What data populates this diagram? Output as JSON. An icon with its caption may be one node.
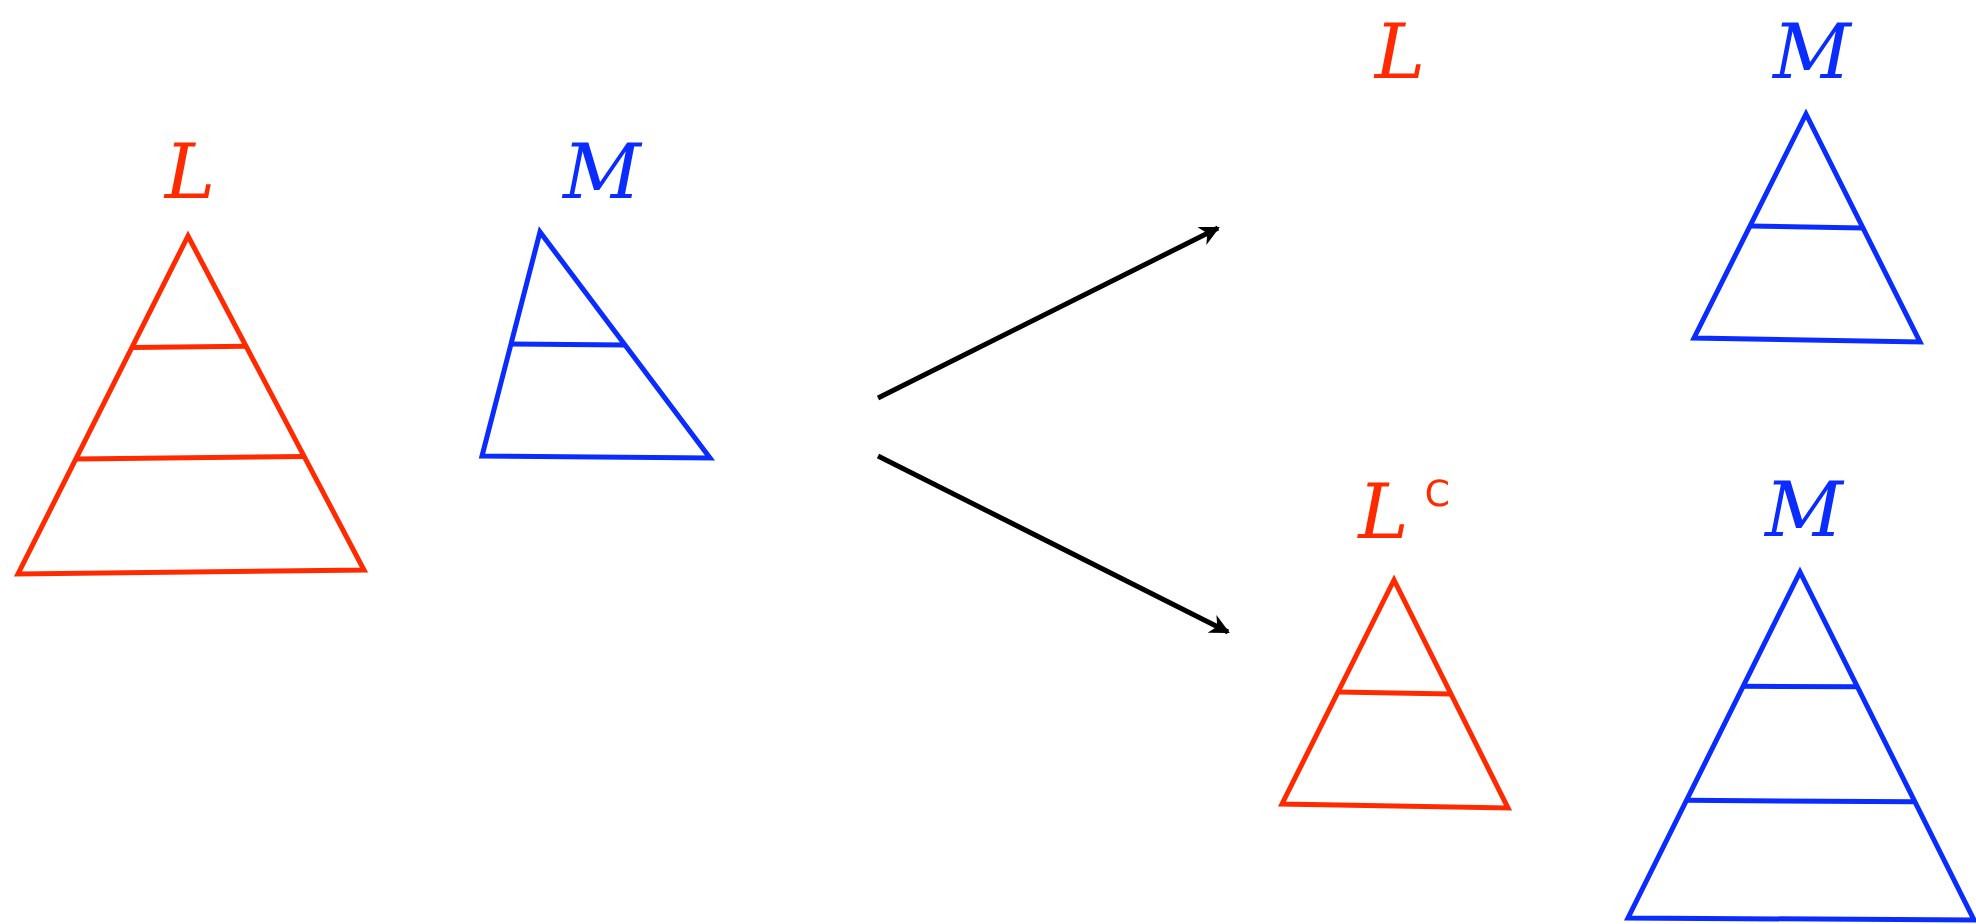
{
  "diagram": {
    "nodes": [
      {
        "text": [
          "L"
        ]
      },
      {
        "text": [
          "M"
        ]
      },
      {
        "text": [
          "L"
        ]
      },
      {
        "text": [
          "M"
        ]
      },
      {
        "text": [
          "L$^{C}$"
        ]
      },
      {
        "text": [
          "M"
        ]
      }
    ]
  }
}
